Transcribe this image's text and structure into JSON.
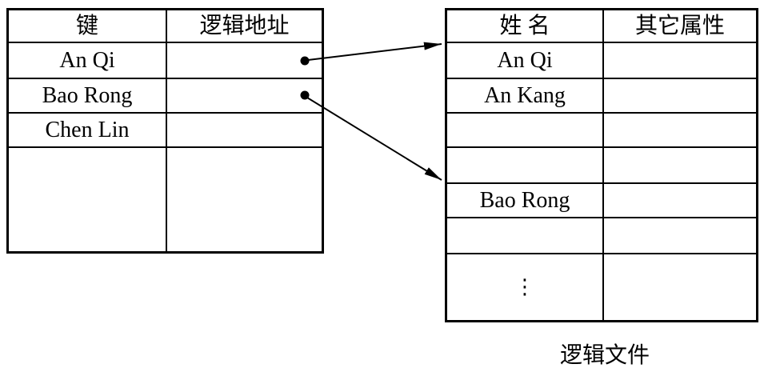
{
  "index_table": {
    "headers": [
      "键",
      "逻辑地址"
    ],
    "rows": [
      {
        "key": "An Qi",
        "address": ""
      },
      {
        "key": "Bao Rong",
        "address": ""
      },
      {
        "key": "Chen Lin",
        "address": ""
      },
      {
        "key": "",
        "address": ""
      }
    ]
  },
  "logical_file_table": {
    "headers": [
      "姓  名",
      "其它属性"
    ],
    "rows": [
      {
        "name": "An Qi",
        "attrs": ""
      },
      {
        "name": "An Kang",
        "attrs": ""
      },
      {
        "name": "",
        "attrs": ""
      },
      {
        "name": "",
        "attrs": ""
      },
      {
        "name": "Bao Rong",
        "attrs": ""
      },
      {
        "name": "",
        "attrs": ""
      },
      {
        "name": "⋮",
        "attrs": ""
      }
    ],
    "caption": "逻辑文件"
  },
  "links": [
    {
      "from_key": "An Qi",
      "to_name": "An Qi"
    },
    {
      "from_key": "Bao Rong",
      "to_name": "Bao Rong"
    }
  ],
  "colors": {
    "line": "#000000",
    "background": "#ffffff"
  }
}
